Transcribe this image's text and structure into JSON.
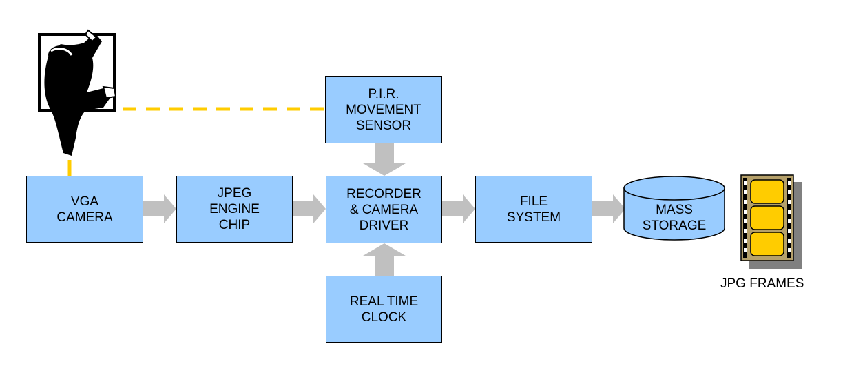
{
  "diagram": {
    "blocks": {
      "vga_camera": [
        "VGA",
        "CAMERA"
      ],
      "jpeg_engine": [
        "JPEG",
        "ENGINE",
        "CHIP"
      ],
      "pir_sensor": [
        "P.I.R.",
        "MOVEMENT",
        "SENSOR"
      ],
      "recorder": [
        "RECORDER",
        "& CAMERA",
        "DRIVER"
      ],
      "rtc": [
        "REAL TIME",
        "CLOCK"
      ],
      "file_system": [
        "FILE",
        "SYSTEM"
      ],
      "mass_storage": [
        "MASS",
        "STORAGE"
      ]
    },
    "frames_label": "JPG FRAMES",
    "colors": {
      "block_fill": "#99ccff",
      "arrow": "#c0c0c0",
      "dashed_link": "#ffcc00",
      "film_frame": "#ffcc00"
    },
    "icons": [
      "intruder-icon",
      "film-strip-icon"
    ]
  }
}
